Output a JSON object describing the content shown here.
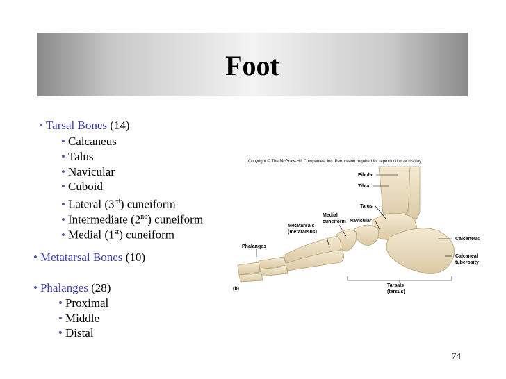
{
  "title": "Foot",
  "bullets": {
    "tarsal": {
      "name": "Tarsal Bones",
      "count": "(14)"
    },
    "tarsal_items": [
      "Calcaneus",
      "Talus",
      "Navicular",
      "Cuboid"
    ],
    "lateral": {
      "pre": "Lateral (3",
      "sup": "rd",
      "post": ") cuneiform"
    },
    "intermediate": {
      "pre": "Intermediate (2",
      "sup": "nd",
      "post": ") cuneiform"
    },
    "medial": {
      "pre": "Medial (1",
      "sup": "st",
      "post": ") cuneiform"
    },
    "metatarsal": {
      "name": "Metatarsal Bones",
      "count": "(10)"
    },
    "phalanges": {
      "name": "Phalanges",
      "count": "(28)"
    },
    "phalanges_items": [
      "Proximal",
      "Middle",
      "Distal"
    ]
  },
  "figure": {
    "copyright": "Copyright © The McGraw-Hill Companies, Inc. Permission required for reproduction or display.",
    "panel": "(b)",
    "labels": {
      "fibula": "Fibula",
      "tibia": "Tibia",
      "talus": "Talus",
      "medial_cuneiform": [
        "Medial",
        "cuneiform"
      ],
      "navicular": "Navicular",
      "metatarsals": [
        "Metatarsals",
        "(metatarsus)"
      ],
      "calcaneus": "Calcaneus",
      "phalanges": "Phalanges",
      "calcaneal_tuberosity": [
        "Calcaneal",
        "tuberosity"
      ],
      "tarsals": [
        "Tarsals",
        "(tarsus)"
      ]
    }
  },
  "page_number": "74"
}
